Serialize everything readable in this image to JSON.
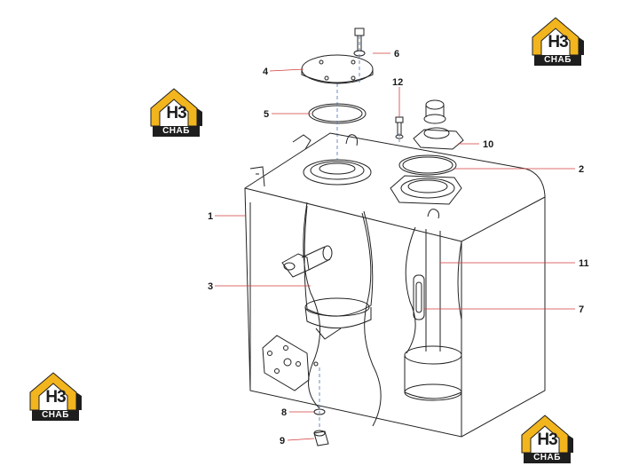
{
  "logo": {
    "mark": "H3",
    "sub": "СНАБ",
    "accent": "#f2b51e",
    "dark": "#1e1e1e"
  },
  "callouts": {
    "c1": "1",
    "c2": "2",
    "c3": "3",
    "c4": "4",
    "c5": "5",
    "c6": "6",
    "c7": "7",
    "c8": "8",
    "c9": "9",
    "c10": "10",
    "c11": "11",
    "c12": "12"
  }
}
